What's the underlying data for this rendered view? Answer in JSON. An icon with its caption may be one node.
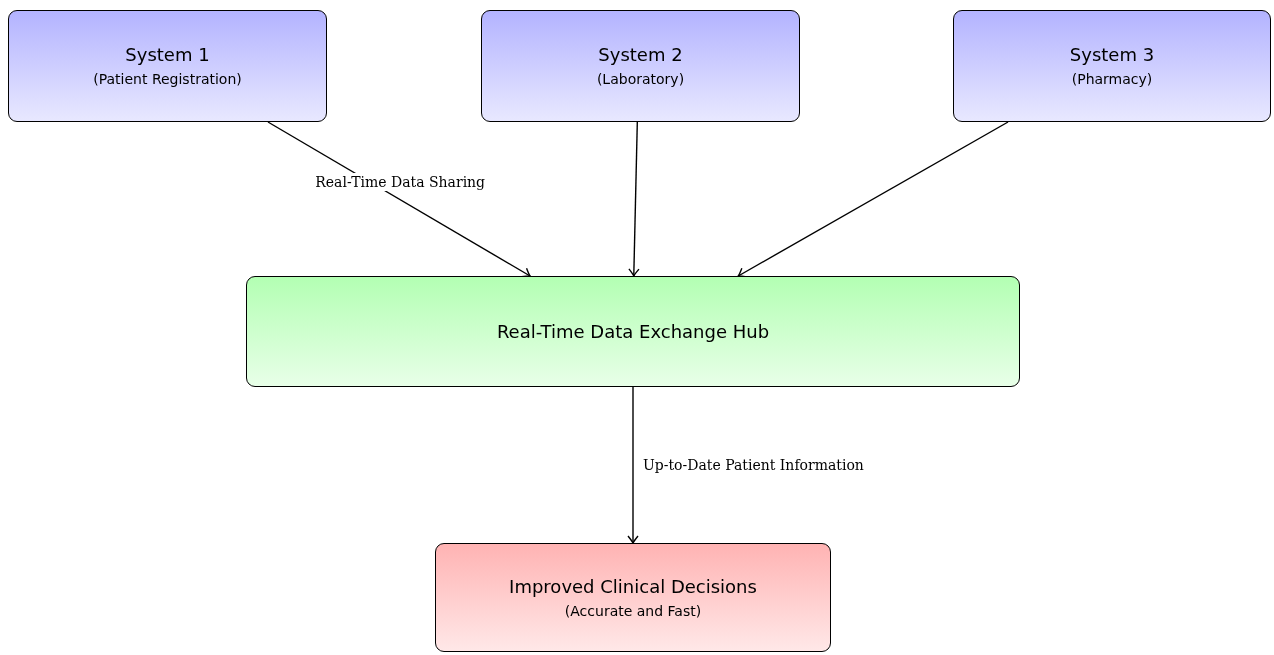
{
  "diagram": {
    "nodes": [
      {
        "text": [
          "System 1",
          "(Patient Registration)"
        ]
      },
      {
        "text": [
          "System 2",
          "(Laboratory)"
        ]
      },
      {
        "text": [
          "System 3",
          "(Pharmacy)"
        ]
      },
      {
        "text": [
          "Real-Time Data Exchange Hub"
        ]
      },
      {
        "text": [
          "Improved Clinical Decisions",
          "(Accurate and Fast)"
        ]
      }
    ],
    "edges": [
      {
        "from": 0,
        "to": 3,
        "arrow": "to",
        "label": "Real-Time Data Sharing"
      },
      {
        "from": 1,
        "to": 3,
        "arrow": "to"
      },
      {
        "from": 2,
        "to": 3,
        "arrow": "to"
      },
      {
        "from": 3,
        "to": 4,
        "arrow": "to",
        "label": "Up-to-Date Patient Information"
      }
    ]
  }
}
